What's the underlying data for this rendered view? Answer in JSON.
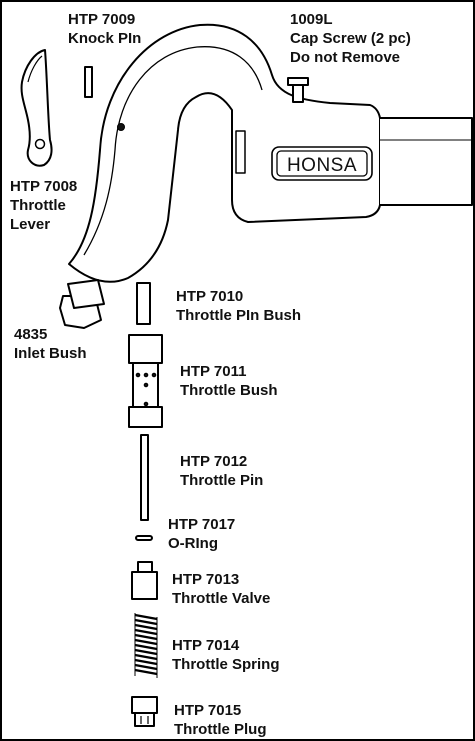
{
  "brand_label": "HONSA",
  "parts": [
    {
      "code": "HTP 7009",
      "name": "Knock PIn"
    },
    {
      "code": "1009L",
      "name": "Cap Screw (2 pc)",
      "note": "Do not Remove"
    },
    {
      "code": "HTP 7008",
      "name": "Throttle",
      "name2": "Lever"
    },
    {
      "code": "4835",
      "name": "Inlet Bush"
    },
    {
      "code": "HTP 7010",
      "name": "Throttle PIn Bush"
    },
    {
      "code": "HTP 7011",
      "name": "Throttle Bush"
    },
    {
      "code": "HTP 7012",
      "name": "Throttle Pin"
    },
    {
      "code": "HTP 7017",
      "name": "O-RIng"
    },
    {
      "code": "HTP 7013",
      "name": "Throttle Valve"
    },
    {
      "code": "HTP 7014",
      "name": "Throttle Spring"
    },
    {
      "code": "HTP 7015",
      "name": "Throttle Plug"
    }
  ],
  "colors": {
    "line": "#000000",
    "fill": "#ffffff",
    "text": "#111111"
  }
}
